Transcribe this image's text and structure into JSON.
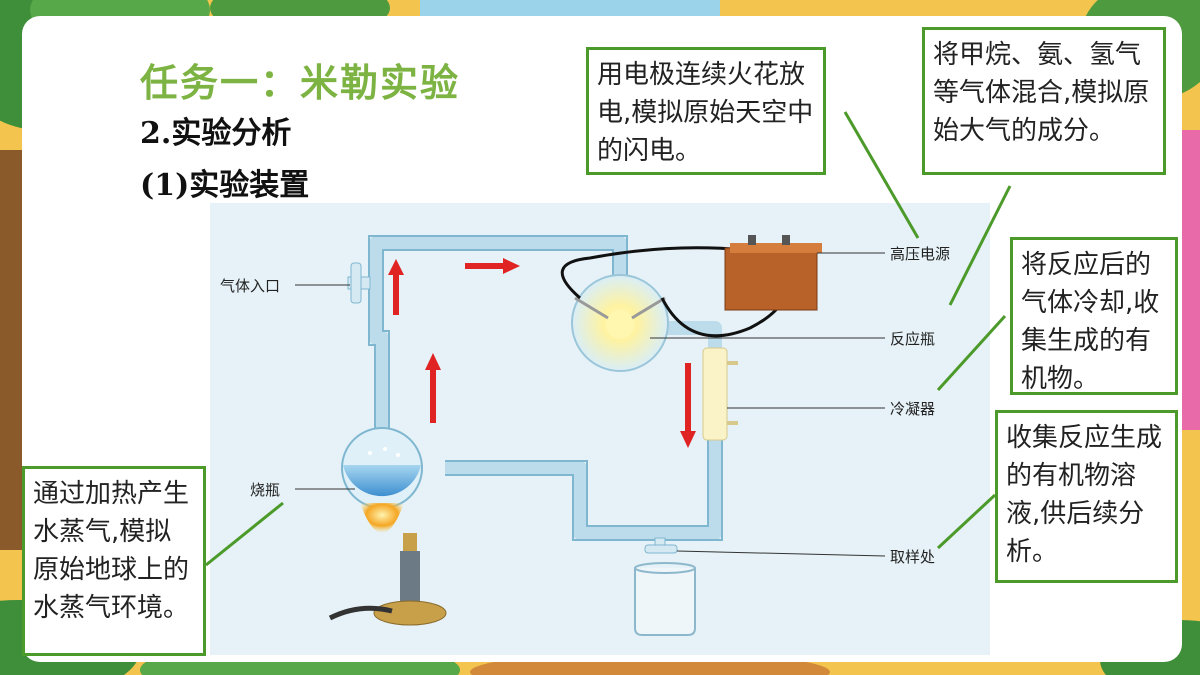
{
  "slide": {
    "title": "任务一：米勒实验",
    "section": "2.实验分析",
    "subsection": "(1)实验装置"
  },
  "callouts": {
    "spark": "用电极连续火花放电,模拟原始天空中的闪电。",
    "gas": "将甲烷、氨、氢气等气体混合,模拟原始大气的成分。",
    "cool": "将反应后的气体冷却,收集生成的有机物。",
    "collect": "收集反应生成的有机物溶液,供后续分析。",
    "heat": "通过加热产生水蒸气,模拟原始地球上的水蒸气环境。"
  },
  "diagram_labels": {
    "gas_inlet": "气体入口",
    "flask": "烧瓶",
    "power": "高压电源",
    "reaction_bottle": "反应瓶",
    "condenser": "冷凝器",
    "sampling": "取样处"
  },
  "colors": {
    "accent_green": "#4c9a2a",
    "title_green": "#7cb342",
    "arrow_red": "#e02424"
  }
}
